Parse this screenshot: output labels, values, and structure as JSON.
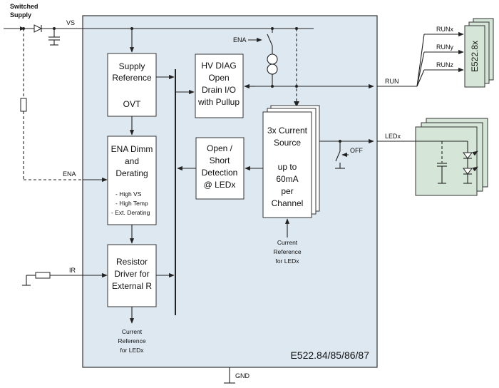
{
  "diagram": {
    "chip_name": "E522.84/85/86/87",
    "external": {
      "switched_supply": [
        "Switched",
        "Supply"
      ],
      "runx": "RUNx",
      "runy": "RUNy",
      "runz": "RUNz",
      "module_name": "E522.8x"
    },
    "signals": {
      "vs": "VS",
      "ena_left": "ENA",
      "ena_top": "ENA",
      "ir": "IR",
      "run": "RUN",
      "ledx": "LEDx",
      "gnd": "GND",
      "off": "OFF"
    },
    "blocks": {
      "supply": [
        "Supply",
        "Reference",
        "",
        "OVT"
      ],
      "ena_dimm": [
        "ENA Dimm",
        "and",
        "Derating"
      ],
      "ena_dimm_list": [
        "- High VS",
        "- High Temp",
        "- Ext. Derating"
      ],
      "resistor": [
        "Resistor",
        "Driver for",
        "External R"
      ],
      "hv_diag": [
        "HV DIAG",
        "Open",
        "Drain I/O",
        "with Pullup"
      ],
      "open_short": [
        "Open /",
        "Short",
        "Detection",
        "@ LEDx"
      ],
      "current_source": [
        "3x Current",
        "Source",
        "",
        "up to",
        "60mA",
        "per",
        "Channel"
      ]
    },
    "notes": {
      "current_ref_bottom": [
        "Current",
        "Reference",
        "for LEDx"
      ],
      "current_ref_right": [
        "Current",
        "Reference",
        "for LEDx"
      ]
    },
    "colors": {
      "chip_fill": "#dde8f1",
      "ext_fill": "#d5e6d8"
    }
  }
}
